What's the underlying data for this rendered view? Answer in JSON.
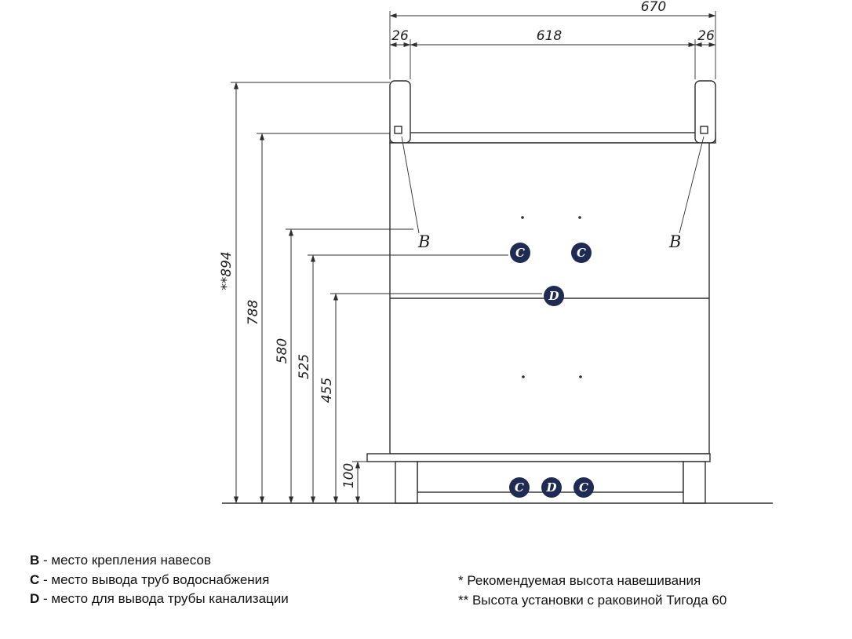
{
  "drawing": {
    "dim_top_width": "670",
    "dim_left_offset": "26",
    "dim_inner_width": "618",
    "dim_right_offset": "26",
    "dim_h_894": "**894",
    "dim_h_788": "788",
    "dim_h_580": "580",
    "dim_h_525": "525",
    "dim_h_455": "455",
    "dim_h_100": "100",
    "label_b_left": "B",
    "label_b_right": "B",
    "marker_c": "C",
    "marker_d": "D"
  },
  "legend": {
    "b_key": "B",
    "b_text": "- место крепления навесов",
    "c_key": "C",
    "c_text": "- место вывода труб водоснабжения",
    "d_key": "D",
    "d_text": "- место для вывода трубы канализации",
    "note1": "* Рекомендуемая высота навешивания",
    "note2": "** Высота установки с раковиной Тигода 60"
  },
  "colors": {
    "marker_fill": "#1f2b52",
    "line": "#2e2e2e"
  }
}
